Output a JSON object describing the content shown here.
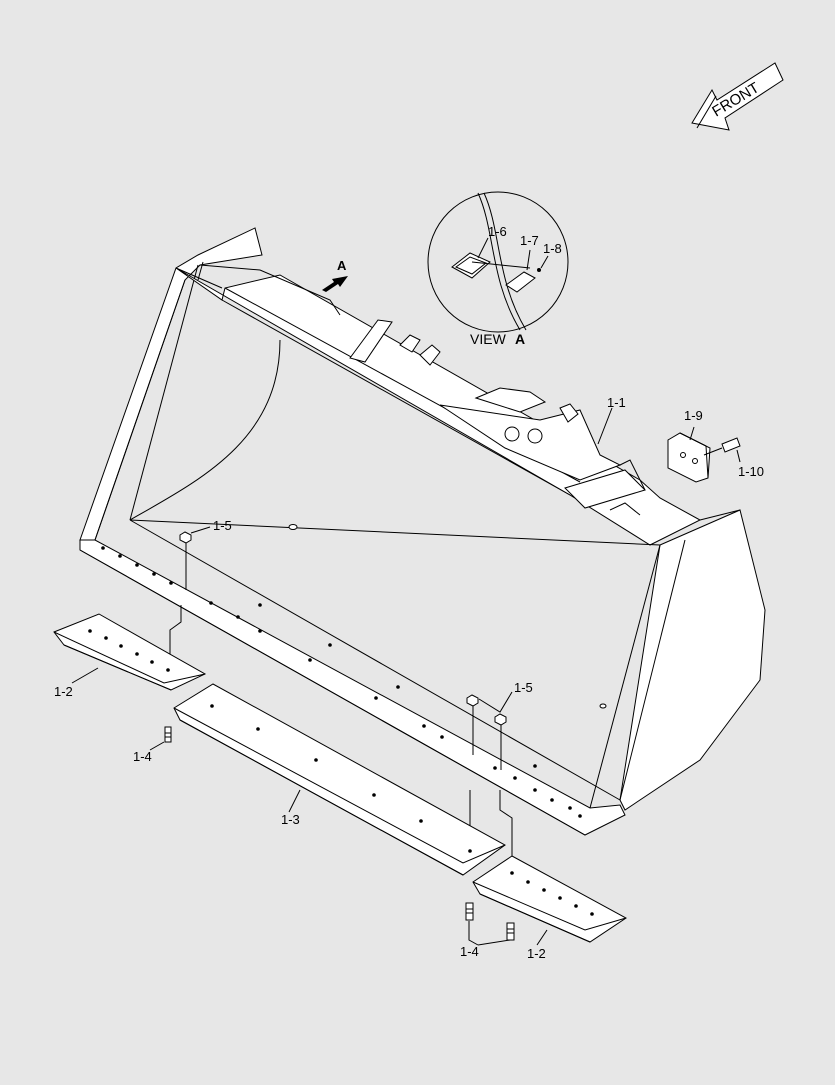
{
  "diagram": {
    "front_arrow_label": "FRONT",
    "view_label": "VIEW",
    "view_letter": "A",
    "section_marker": "A",
    "parts": {
      "p1_1": "1-1",
      "p1_2_left": "1-2",
      "p1_2_right": "1-2",
      "p1_3": "1-3",
      "p1_4_left": "1-4",
      "p1_4_right": "1-4",
      "p1_5_top": "1-5",
      "p1_5_right": "1-5",
      "p1_6": "1-6",
      "p1_7": "1-7",
      "p1_8": "1-8",
      "p1_9": "1-9",
      "p1_10": "1-10"
    }
  }
}
